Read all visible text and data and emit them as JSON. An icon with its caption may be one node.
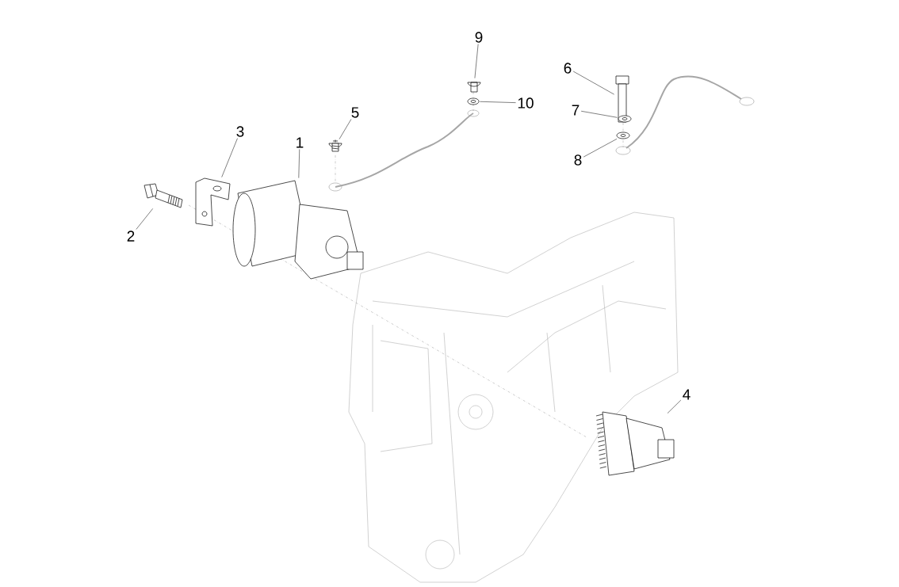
{
  "diagram": {
    "nodes": [
      {
        "text": [
          "9"
        ]
      },
      {
        "text": [
          "6"
        ]
      },
      {
        "text": [
          "10"
        ]
      },
      {
        "text": [
          "7"
        ]
      },
      {
        "text": [
          "5"
        ]
      },
      {
        "text": [
          "3"
        ]
      },
      {
        "text": [
          "1"
        ]
      },
      {
        "text": [
          "8"
        ]
      },
      {
        "text": [
          "2"
        ]
      },
      {
        "text": [
          "4"
        ]
      },
      {
        "text": [],
        "shape": "picture"
      },
      {
        "text": [],
        "shape": "picture"
      },
      {
        "text": [],
        "shape": "picture"
      },
      {
        "text": [],
        "shape": "picture"
      },
      {
        "text": [],
        "shape": "picture"
      },
      {
        "text": [],
        "shape": "picture"
      },
      {
        "text": [],
        "shape": "picture"
      },
      {
        "text": [],
        "shape": "picture"
      },
      {
        "text": [],
        "shape": "picture"
      },
      {
        "text": [],
        "shape": "picture"
      }
    ],
    "edges": [
      {
        "from": 0,
        "to": 10,
        "arrow": "none"
      },
      {
        "from": 1,
        "to": 11,
        "arrow": "none"
      },
      {
        "from": 2,
        "to": 12,
        "arrow": "none"
      },
      {
        "from": 3,
        "to": 13,
        "arrow": "none"
      },
      {
        "from": 4,
        "to": 14,
        "arrow": "none"
      },
      {
        "from": 5,
        "to": 15,
        "arrow": "none"
      },
      {
        "from": 6,
        "to": 16,
        "arrow": "none"
      },
      {
        "from": 7,
        "to": 17,
        "arrow": "none"
      },
      {
        "from": 8,
        "to": 18,
        "arrow": "none"
      },
      {
        "from": 9,
        "to": 19,
        "arrow": "none"
      }
    ]
  }
}
